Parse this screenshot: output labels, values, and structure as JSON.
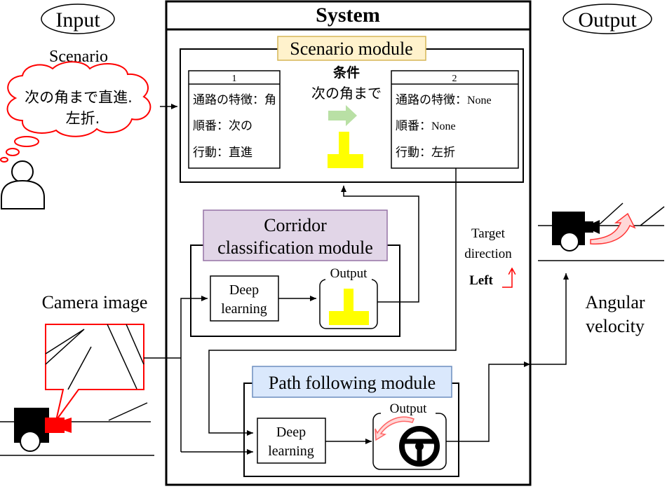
{
  "input_label": "Input",
  "output_label": "Output",
  "system_title": "System",
  "scenario_label": "Scenario",
  "scenario_bubble": [
    "次の角まで直進.",
    "左折."
  ],
  "camera_label": "Camera image",
  "angular_velocity": [
    "Angular",
    "velocity"
  ],
  "scenario_module": {
    "title": "Scenario module",
    "card1": {
      "number": "1",
      "rows": [
        "通路の特徴：角",
        "順番：次の",
        "行動：直進"
      ]
    },
    "card2": {
      "number": "2",
      "rows": [
        [
          "通路の特徴：",
          "None"
        ],
        [
          "順番：",
          "None"
        ],
        [
          "行動：左折",
          ""
        ]
      ]
    },
    "condition_title": "条件",
    "condition_text": "次の角まで"
  },
  "corridor_module": {
    "title": [
      "Corridor",
      "classification module"
    ],
    "deep_learning": [
      "Deep",
      "learning"
    ],
    "output": "Output"
  },
  "target_direction": {
    "lines": [
      "Target",
      "direction"
    ],
    "value": "Left"
  },
  "path_module": {
    "title": "Path following module",
    "deep_learning": [
      "Deep",
      "learning"
    ],
    "output": "Output"
  },
  "colors": {
    "scenario_title_bg": "#fff2cc",
    "scenario_title_border": "#d6b656",
    "corridor_title_bg": "#e1d5e7",
    "corridor_title_border": "#9673a6",
    "path_title_bg": "#dae8fc",
    "path_title_border": "#6c8ebf",
    "corridor_shape": "#ffff00",
    "camera_red": "#ff0000",
    "green_arrow": "#b9e0a5"
  }
}
